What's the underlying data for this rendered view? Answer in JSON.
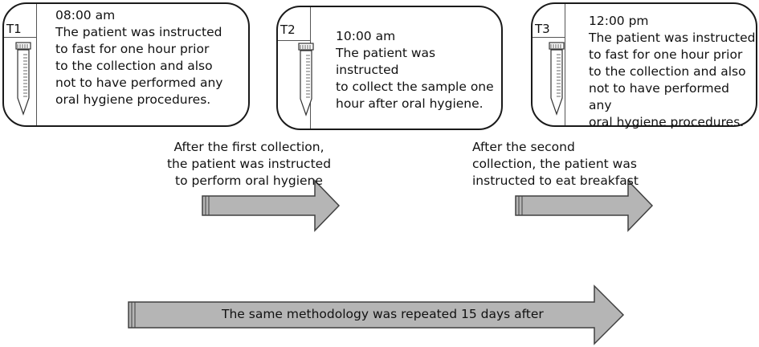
{
  "steps": [
    {
      "label": "T1",
      "time": "08:00 am",
      "lines": [
        "The patient was instructed",
        "to fast for one hour prior",
        "to the collection and also",
        "not to have performed any",
        "oral hygiene procedures."
      ]
    },
    {
      "label": "T2",
      "time": "10:00 am",
      "lines": [
        "The patient was instructed",
        "to collect the sample one",
        "hour after oral hygiene."
      ]
    },
    {
      "label": "T3",
      "time": "12:00 pm",
      "lines": [
        "The patient was instructed",
        "to fast for one hour prior",
        "to the collection and also",
        "not to have performed any",
        "oral hygiene procedures."
      ]
    }
  ],
  "transitions": [
    {
      "lines": [
        "After the first collection,",
        "the patient was instructed",
        "to perform oral hygiene"
      ]
    },
    {
      "lines": [
        "After the second",
        "collection, the patient was",
        "instructed to eat breakfast"
      ]
    }
  ],
  "footer": {
    "text": "The same methodology was repeated 15 days after"
  },
  "colors": {
    "arrow_fill": "#b5b5b5",
    "arrow_stroke": "#404040",
    "box_border": "#1a1a1a"
  }
}
